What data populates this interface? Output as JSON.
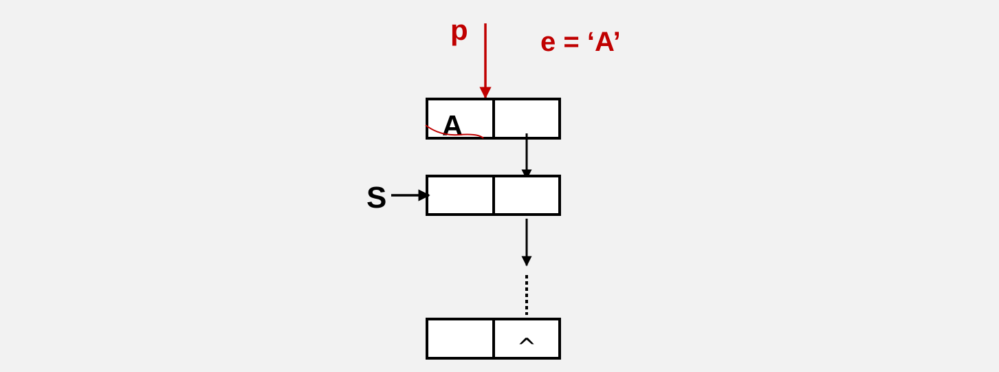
{
  "diagram": {
    "pointer_p": "p",
    "assignment": "e = ‘A’",
    "stack_label": "S",
    "nodes": [
      {
        "data": "A",
        "next": ""
      },
      {
        "data": "",
        "next": ""
      },
      {
        "data": "",
        "next": "^"
      }
    ]
  },
  "colors": {
    "background": "#f2f2f2",
    "annotation_red": "#c00000",
    "ink": "#000000",
    "cell_fill": "#ffffff"
  }
}
